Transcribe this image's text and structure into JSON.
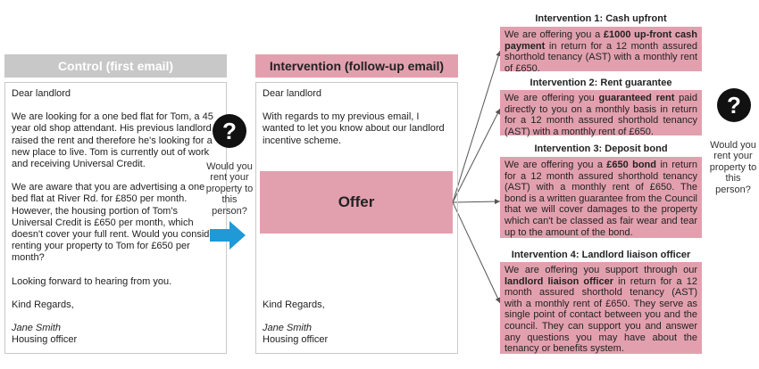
{
  "control": {
    "header": "Control (first email)",
    "greeting": "Dear landlord",
    "para1": "We are looking for a one bed flat for Tom, a 45 year old shop attendant. His previous landlord raised the rent and therefore he's looking for a new place to live. Tom is currently out of work and receiving Universal Credit.",
    "para2": "We are aware that you are advertising a one bed flat at River Rd. for £850 per month. However, the housing portion of Tom's Universal Credit is £650 per month, which doesn't cover your full rent. Would you consider renting your property to Tom for £650 per month?",
    "para3": "Looking forward to hearing from you.",
    "signoff": "Kind Regards,",
    "name": "Jane Smith",
    "role": "Housing officer"
  },
  "question_left": {
    "symbol": "?",
    "text": "Would you rent your property to this person?"
  },
  "intervention": {
    "header": "Intervention (follow-up email)",
    "greeting": "Dear landlord",
    "para1": "With regards to my previous email, I wanted to let you know about our landlord incentive scheme.",
    "offer": "Offer",
    "signoff": "Kind Regards,",
    "name": "Jane Smith",
    "role": "Housing officer"
  },
  "question_right": {
    "symbol": "?",
    "text": "Would you rent your property to this person?"
  },
  "interventions": [
    {
      "title": "Intervention 1: Cash upfront",
      "pre": "We are offering you a ",
      "bold": "£1000 up-front cash payment",
      "post": " in return for a 12 month assured shorthold tenancy (AST) with a monthly rent of £650."
    },
    {
      "title": "Intervention 2: Rent guarantee",
      "pre": "We are offering you ",
      "bold": "guaranteed rent",
      "post": " paid directly to you on a monthly basis in return for a 12 month assured shorthold tenancy (AST) with a monthly rent of £650."
    },
    {
      "title": "Intervention 3: Deposit bond",
      "pre": "We are offering you a ",
      "bold": "£650 bond",
      "post": " in return for a 12 month assured shorthold tenancy (AST) with a monthly rent of £650. The bond is a written guarantee from the Council that we will cover damages to the property which can't be classed as fair wear and tear up to the amount of the bond."
    },
    {
      "title": "Intervention 4: Landlord liaison officer",
      "pre": "We are offering you support through our ",
      "bold": "landlord liaison officer",
      "post": " in return for a 12 month assured shorthold tenancy (AST) with a monthly rent of £650. They serve as single point of contact between you and the council. They can support you and answer any questions you may have about the tenancy or benefits system."
    }
  ],
  "colors": {
    "pink": "#e2a0ae",
    "grey_header": "#c8c8c8",
    "arrow_blue": "#1f9ad6"
  }
}
